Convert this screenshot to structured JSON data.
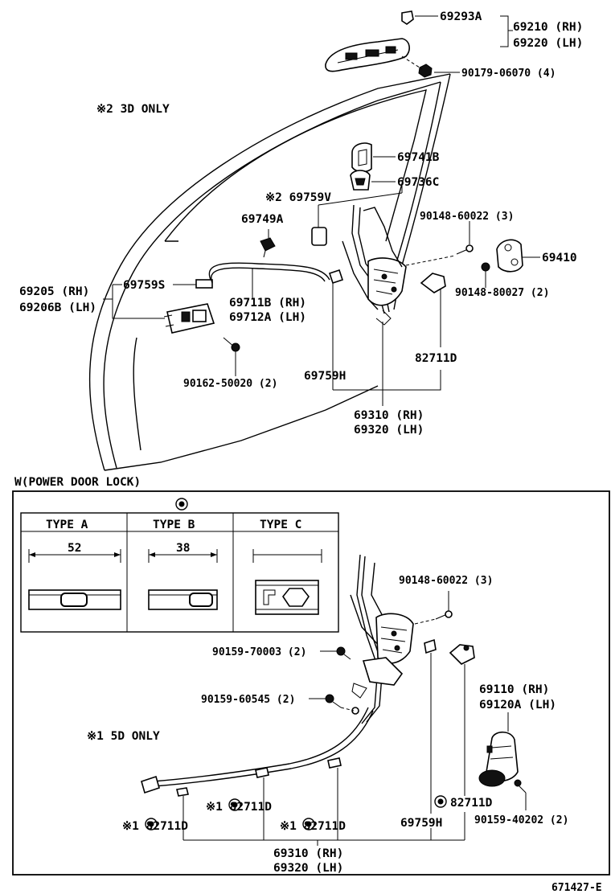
{
  "upper": {
    "clip_label": "69293A",
    "outside_handle_rh": "69210 (RH)",
    "outside_handle_lh": "69220 (LH)",
    "handle_nut": "90179-06070 (4)",
    "note_3d": "※2 3D ONLY",
    "lock_cylinder_cover": "69741B",
    "lock_cylinder_clip": "69736C",
    "rod_3d": "※2 69759V",
    "rod_clip": "69749A",
    "striker_screw": "90148-60022 (3)",
    "striker": "69410",
    "striker_bolt": "90148-80027 (2)",
    "inside_handle_rh": "69205  (RH)",
    "inside_handle_lh": "69206B (LH)",
    "rod_clip_s": "69759S",
    "cable_rh": "69711B (RH)",
    "cable_lh": "69712A (LH)",
    "handle_screw": "90162-50020 (2)",
    "clamp": "82711D",
    "rod_clip_h": "69759H",
    "lock_assy_rh": "69310 (RH)",
    "lock_assy_lh": "69320 (LH)"
  },
  "lower": {
    "box_title": "W(POWER DOOR LOCK)",
    "types_header": [
      "TYPE A",
      "TYPE B",
      "TYPE C"
    ],
    "type_a_dim": "52",
    "type_b_dim": "38",
    "screw_top": "90148-60022 (3)",
    "screw_70003": "90159-70003 (2)",
    "screw_60545": "90159-60545 (2)",
    "cylinder_rh": "69110  (RH)",
    "cylinder_lh": "69120A (LH)",
    "note_5d": "※1 5D ONLY",
    "clamp_right": "82711D",
    "clamp_mid_top": "※1 82711D",
    "clamp_left": "※1 82711D",
    "clamp_mid": "※1 82711D",
    "rod_clip_h": "69759H",
    "cylinder_screw": "90159-40202 (2)",
    "lock_assy_rh": "69310 (RH)",
    "lock_assy_lh": "69320 (LH)"
  },
  "drawing_number": "671427-E"
}
